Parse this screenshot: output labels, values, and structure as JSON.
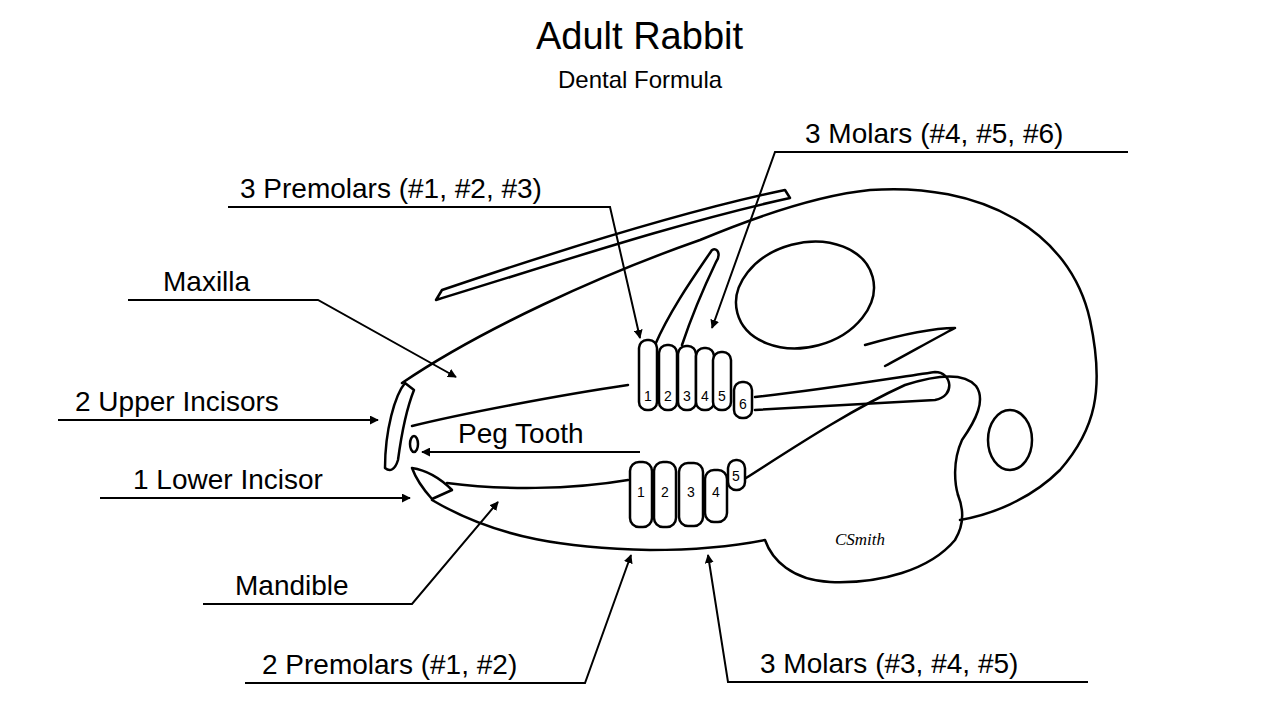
{
  "diagram": {
    "title": "Adult Rabbit",
    "labels": [
      "Dental Formula",
      "3 Molars (#4, #5, #6)",
      "3 Premolars (#1, #2, #3)",
      "Maxilla",
      "2 Upper Incisors",
      "Peg Tooth",
      "1 Lower Incisor",
      "Mandible",
      "2 Premolars (#1, #2)",
      "3 Molars (#3, #4, #5)",
      "1",
      "2",
      "3",
      "4",
      "5",
      "6",
      "1",
      "2",
      "3",
      "4",
      "5",
      "CSmith"
    ]
  }
}
